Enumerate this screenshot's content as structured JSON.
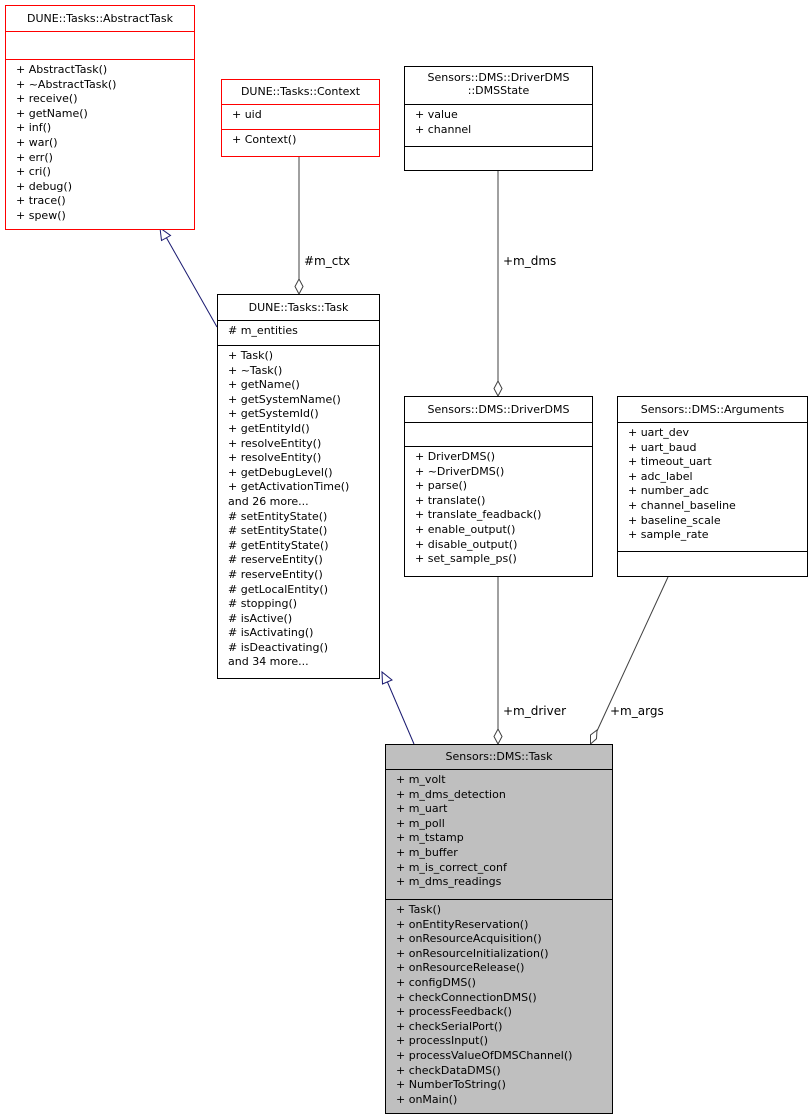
{
  "classes": {
    "abstract_task": {
      "name": "DUNE::Tasks::AbstractTask",
      "attributes": [],
      "methods": [
        "+ AbstractTask()",
        "+ ~AbstractTask()",
        "+ receive()",
        "+ getName()",
        "+ inf()",
        "+ war()",
        "+ err()",
        "+ cri()",
        "+ debug()",
        "+ trace()",
        "+ spew()"
      ]
    },
    "context": {
      "name": "DUNE::Tasks::Context",
      "attributes": [
        "+ uid"
      ],
      "methods": [
        "+ Context()"
      ]
    },
    "dms_state": {
      "name_line1": "Sensors::DMS::DriverDMS",
      "name_line2": "::DMSState",
      "attributes": [
        "+ value",
        "+ channel"
      ],
      "methods": []
    },
    "dune_task": {
      "name": "DUNE::Tasks::Task",
      "attributes": [
        "# m_entities"
      ],
      "methods": [
        "+ Task()",
        "+ ~Task()",
        "+ getName()",
        "+ getSystemName()",
        "+ getSystemId()",
        "+ getEntityId()",
        "+ resolveEntity()",
        "+ resolveEntity()",
        "+ getDebugLevel()",
        "+ getActivationTime()",
        "and 26 more...",
        "# setEntityState()",
        "# setEntityState()",
        "# getEntityState()",
        "# reserveEntity()",
        "# reserveEntity()",
        "# getLocalEntity()",
        "# stopping()",
        "# isActive()",
        "# isActivating()",
        "# isDeactivating()",
        "and 34 more..."
      ]
    },
    "driver_dms": {
      "name": "Sensors::DMS::DriverDMS",
      "attributes": [],
      "methods": [
        "+ DriverDMS()",
        "+ ~DriverDMS()",
        "+ parse()",
        "+ translate()",
        "+ translate_feadback()",
        "+ enable_output()",
        "+ disable_output()",
        "+ set_sample_ps()"
      ]
    },
    "arguments": {
      "name": "Sensors::DMS::Arguments",
      "attributes": [
        "+ uart_dev",
        "+ uart_baud",
        "+ timeout_uart",
        "+ adc_label",
        "+ number_adc",
        "+ channel_baseline",
        "+ baseline_scale",
        "+ sample_rate"
      ],
      "methods": []
    },
    "dms_task": {
      "name": "Sensors::DMS::Task",
      "attributes": [
        "+ m_volt",
        "+ m_dms_detection",
        "+ m_uart",
        "+ m_poll",
        "+ m_tstamp",
        "+ m_buffer",
        "+ m_is_correct_conf",
        "+ m_dms_readings"
      ],
      "methods": [
        "+ Task()",
        "+ onEntityReservation()",
        "+ onResourceAcquisition()",
        "+ onResourceInitialization()",
        "+ onResourceRelease()",
        "+ configDMS()",
        "+ checkConnectionDMS()",
        "+ processFeedback()",
        "+ checkSerialPort()",
        "+ processInput()",
        "+ processValueOfDMSChannel()",
        "+ checkDataDMS()",
        "+ NumberToString()",
        "+ onMain()"
      ]
    }
  },
  "relations": {
    "m_ctx": "#m_ctx",
    "m_dms": "+m_dms",
    "m_driver": "+m_driver",
    "m_args": "+m_args"
  },
  "colors": {
    "external_border": "#ff0000",
    "focus_fill": "#bfbfbf",
    "inheritance_edge": "#191970",
    "composition_edge": "#404040"
  }
}
